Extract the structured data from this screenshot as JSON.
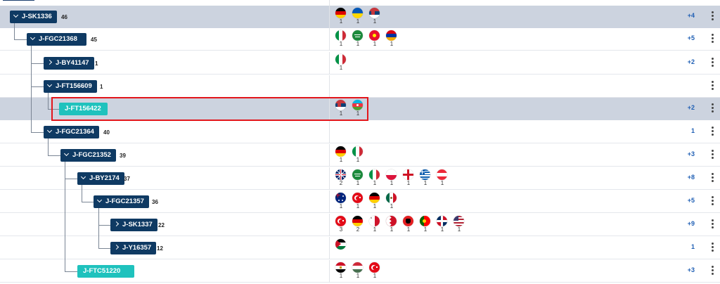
{
  "nodes": [
    {
      "label": "J-SK1336",
      "count": "46",
      "type": "dark",
      "chevron": "down",
      "highlight": true,
      "flags": [
        {
          "country": "germany",
          "n": "1"
        },
        {
          "country": "ukraine",
          "n": "1"
        },
        {
          "country": "serbia",
          "n": "1"
        }
      ],
      "more": "+4"
    },
    {
      "label": "J-FGC21368",
      "count": "45",
      "type": "dark",
      "chevron": "down",
      "highlight": false,
      "flags": [
        {
          "country": "italy",
          "n": "1"
        },
        {
          "country": "saudi-arabia",
          "n": "1"
        },
        {
          "country": "kyrgyzstan",
          "n": "1"
        },
        {
          "country": "armenia",
          "n": "1"
        }
      ],
      "more": "+5"
    },
    {
      "label": "J-BY41147",
      "count": "1",
      "type": "dark",
      "chevron": "right",
      "highlight": false,
      "flags": [
        {
          "country": "italy",
          "n": "1"
        }
      ],
      "more": "+2"
    },
    {
      "label": "J-FT156609",
      "count": "1",
      "type": "dark",
      "chevron": "down",
      "highlight": false,
      "flags": [],
      "more": ""
    },
    {
      "label": "J-FT156422",
      "count": "",
      "type": "teal",
      "chevron": "",
      "highlight": true,
      "flags": [
        {
          "country": "serbia",
          "n": "1"
        },
        {
          "country": "azerbaijan",
          "n": "1"
        }
      ],
      "more": "+2"
    },
    {
      "label": "J-FGC21364",
      "count": "40",
      "type": "dark",
      "chevron": "down",
      "highlight": false,
      "flags": [],
      "more": "1"
    },
    {
      "label": "J-FGC21352",
      "count": "39",
      "type": "dark",
      "chevron": "down",
      "highlight": false,
      "flags": [
        {
          "country": "germany",
          "n": "1"
        },
        {
          "country": "italy",
          "n": "1"
        }
      ],
      "more": "+3"
    },
    {
      "label": "J-BY2174",
      "count": "37",
      "type": "dark",
      "chevron": "down",
      "highlight": false,
      "flags": [
        {
          "country": "united-kingdom",
          "n": "2"
        },
        {
          "country": "saudi-arabia",
          "n": "1"
        },
        {
          "country": "italy",
          "n": "1"
        },
        {
          "country": "poland",
          "n": "1"
        },
        {
          "country": "england",
          "n": "1"
        },
        {
          "country": "greece",
          "n": "1"
        },
        {
          "country": "austria",
          "n": "1"
        }
      ],
      "more": "+8"
    },
    {
      "label": "J-FGC21357",
      "count": "36",
      "type": "dark",
      "chevron": "down",
      "highlight": false,
      "flags": [
        {
          "country": "australia",
          "n": "1"
        },
        {
          "country": "turkey",
          "n": "1"
        },
        {
          "country": "germany",
          "n": "1"
        },
        {
          "country": "mexico",
          "n": "1"
        }
      ],
      "more": "+5"
    },
    {
      "label": "J-SK1337",
      "count": "22",
      "type": "dark",
      "chevron": "right",
      "highlight": false,
      "flags": [
        {
          "country": "turkey",
          "n": "3"
        },
        {
          "country": "germany",
          "n": "2"
        },
        {
          "country": "malta",
          "n": "1"
        },
        {
          "country": "bahrain",
          "n": "1"
        },
        {
          "country": "albania",
          "n": "1"
        },
        {
          "country": "portugal",
          "n": "1"
        },
        {
          "country": "dominican-republic",
          "n": "1"
        },
        {
          "country": "united-states",
          "n": "1"
        }
      ],
      "more": "+9"
    },
    {
      "label": "J-Y16357",
      "count": "12",
      "type": "dark",
      "chevron": "right",
      "highlight": false,
      "flags": [
        {
          "country": "palestine",
          "n": ""
        }
      ],
      "more": "1"
    },
    {
      "label": "J-FTC51220",
      "count": "",
      "type": "teal",
      "chevron": "",
      "highlight": false,
      "flags": [
        {
          "country": "egypt",
          "n": "1"
        },
        {
          "country": "hungary",
          "n": "1"
        },
        {
          "country": "turkey",
          "n": "1"
        }
      ],
      "more": "+3"
    }
  ]
}
